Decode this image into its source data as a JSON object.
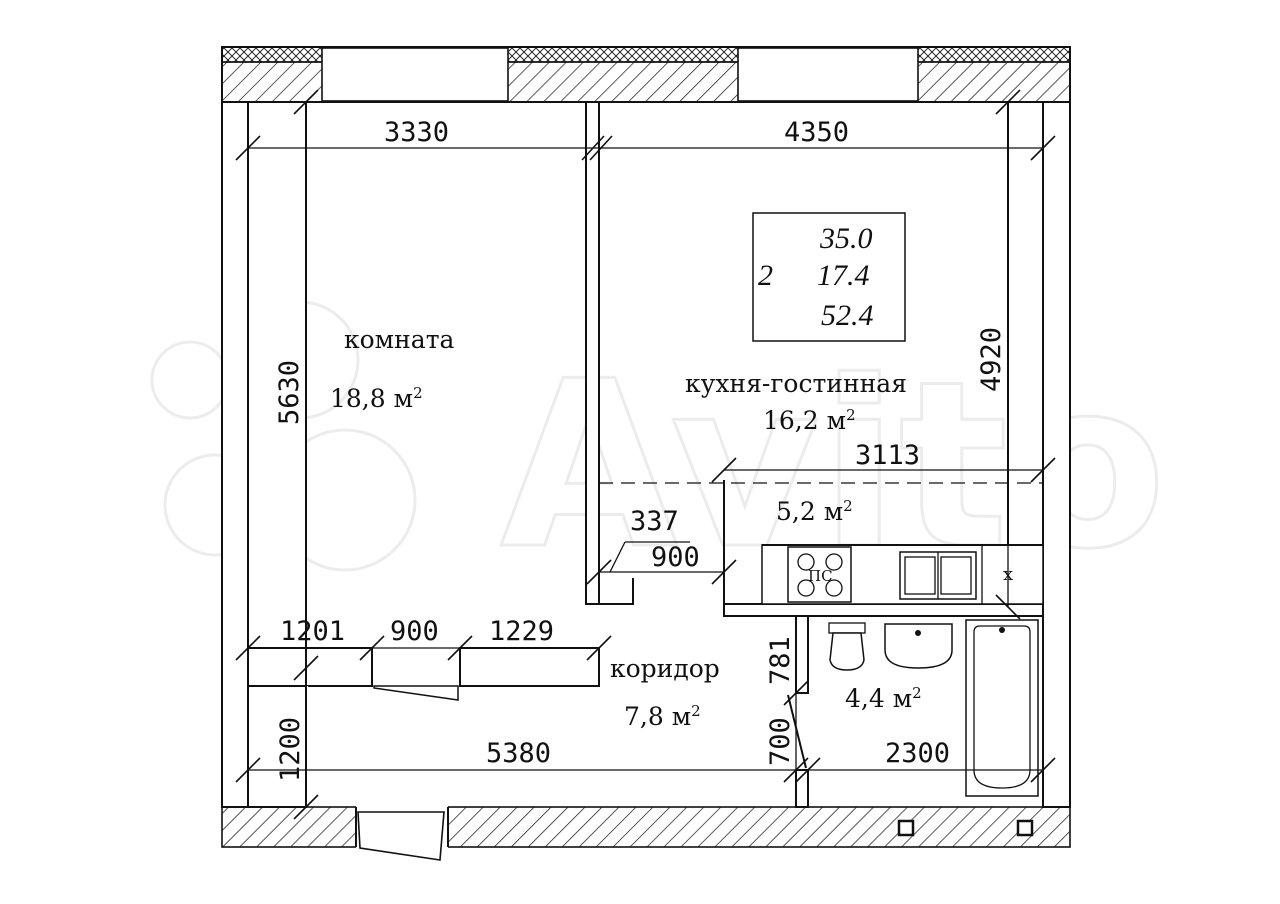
{
  "dimensions": {
    "room_width": "3330",
    "kitchen_width": "4350",
    "room_height": "5630",
    "kitchen_height": "4920",
    "kitchen_zone_width": "3113",
    "jamb": "337",
    "kitchen_door": "900",
    "left_segment": "1201",
    "room_door": "900",
    "right_segment": "1229",
    "hall_length": "5380",
    "hall_width": "1200",
    "bath_width": "2300",
    "bath_depth": "781",
    "bath_door": "700"
  },
  "rooms": {
    "room": {
      "name": "комната",
      "area": "18,8 м",
      "sup": "2"
    },
    "kitchen": {
      "name": "кухня-гостинная",
      "area": "16,2 м",
      "sup": "2"
    },
    "kitchen_zone": {
      "area": "5,2 м",
      "sup": "2"
    },
    "corridor": {
      "name": "коридор",
      "area": "7,8 м",
      "sup": "2"
    },
    "bathroom": {
      "area": "4,4 м",
      "sup": "2"
    }
  },
  "summary": {
    "rooms_count": "2",
    "living_area": "35.0",
    "kitchen_area": "17.4",
    "total_area": "52.4"
  },
  "stove_label": "ПС",
  "fridge_mark": "x",
  "watermark": "Avito"
}
